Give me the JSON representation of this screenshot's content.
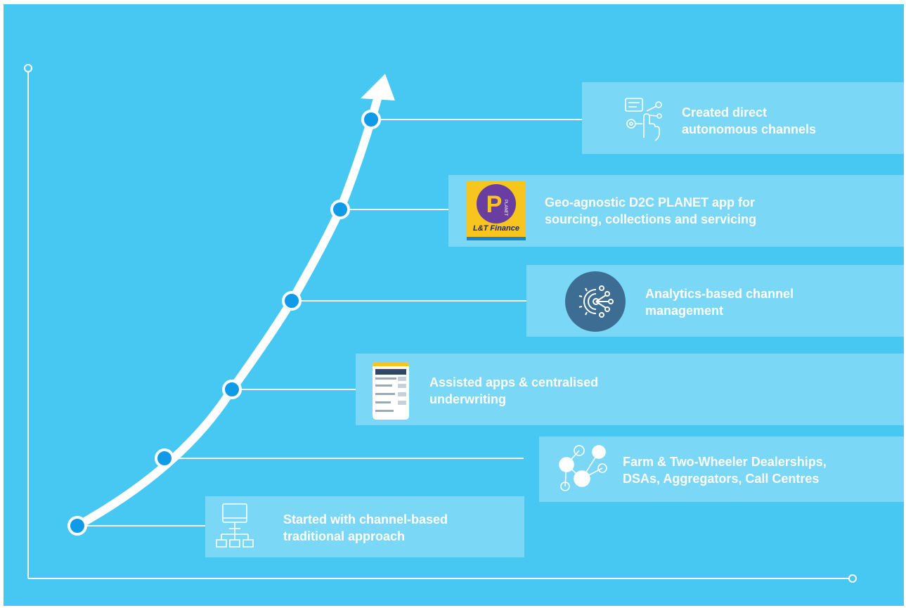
{
  "colors": {
    "background": "#47c8f3",
    "node_fill": "#0f9be8",
    "line": "#ffffff",
    "card": "rgba(255,255,255,0.28)"
  },
  "milestones": [
    {
      "label": "Started with channel-based\ntraditional approach",
      "icon": "computer-network-icon"
    },
    {
      "label": "Farm & Two-Wheeler Dealerships,\nDSAs,  Aggregators, Call Centres",
      "icon": "people-network-icon"
    },
    {
      "label": "Assisted apps & centralised\nunderwriting",
      "icon": "mobile-app-icon"
    },
    {
      "label": "Analytics-based channel\nmanagement",
      "icon": "analytics-gear-icon"
    },
    {
      "label": "Geo-agnostic D2C PLANET app for\nsourcing, collections and servicing",
      "icon": "planet-app-logo"
    },
    {
      "label": "Created direct\nautonomous channels",
      "icon": "touch-channels-icon"
    }
  ],
  "planet_logo": {
    "letter": "P",
    "brand_text": "PLANET",
    "caption": "L&T Finance"
  }
}
